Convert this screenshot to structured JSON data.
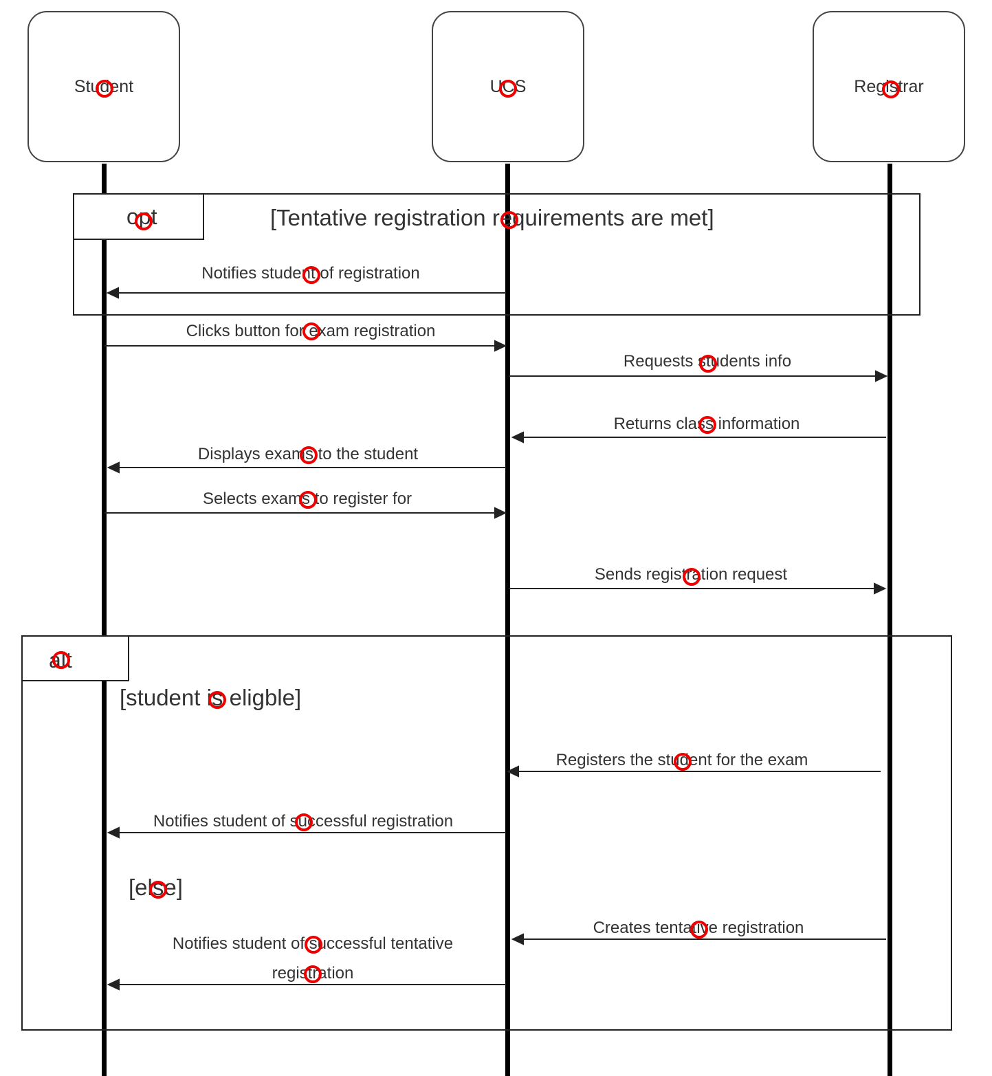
{
  "actors": {
    "student": "Student",
    "ucs": "UCS",
    "registrar": "Registrar"
  },
  "opt_frame": {
    "operator": "opt",
    "guard": "[Tentative registration requirements are met]"
  },
  "alt_frame": {
    "operator": "alt",
    "guard_if": "[student is eligble]",
    "guard_else": "[else]"
  },
  "messages": {
    "m1": "Notifies student of registration",
    "m2": "Clicks button for exam registration",
    "m3": "Requests students info",
    "m4": "Returns class information",
    "m5": "Displays exams to the student",
    "m6": "Selects exams to register for",
    "m7": "Sends registration request",
    "m8": "Registers the student for the exam",
    "m9": "Notifies student of successful registration",
    "m10": "Creates tentative registration",
    "m11": "Notifies student of successful tentative registration"
  },
  "colors": {
    "lifeline": "#000000",
    "border": "#444444",
    "text": "#333333",
    "marker": "#ee0000"
  }
}
